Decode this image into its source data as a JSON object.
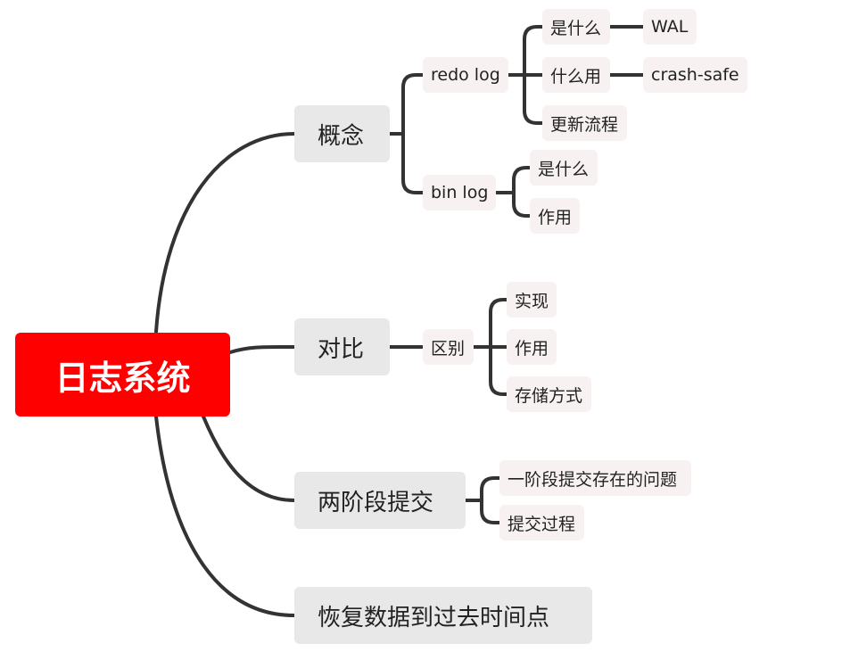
{
  "mindmap": {
    "root": "日志系统",
    "branches": [
      {
        "label": "概念",
        "children": [
          {
            "label": "redo log",
            "children": [
              {
                "label": "是什么",
                "children": [
                  {
                    "label": "WAL"
                  }
                ]
              },
              {
                "label": "什么用",
                "children": [
                  {
                    "label": "crash-safe"
                  }
                ]
              },
              {
                "label": "更新流程"
              }
            ]
          },
          {
            "label": "bin log",
            "children": [
              {
                "label": "是什么"
              },
              {
                "label": "作用"
              }
            ]
          }
        ]
      },
      {
        "label": "对比",
        "children": [
          {
            "label": "区别",
            "children": [
              {
                "label": "实现"
              },
              {
                "label": "作用"
              },
              {
                "label": "存储方式"
              }
            ]
          }
        ]
      },
      {
        "label": "两阶段提交",
        "children": [
          {
            "label": "一阶段提交存在的问题"
          },
          {
            "label": "提交过程"
          }
        ]
      },
      {
        "label": "恢复数据到过去时间点",
        "children": []
      }
    ]
  },
  "colors": {
    "root_bg": "#ff0000",
    "root_text": "#ffffff",
    "branch_bg": "#e8e8e8",
    "subtopic_bg": "#f7f2f1",
    "connector": "#333333"
  }
}
